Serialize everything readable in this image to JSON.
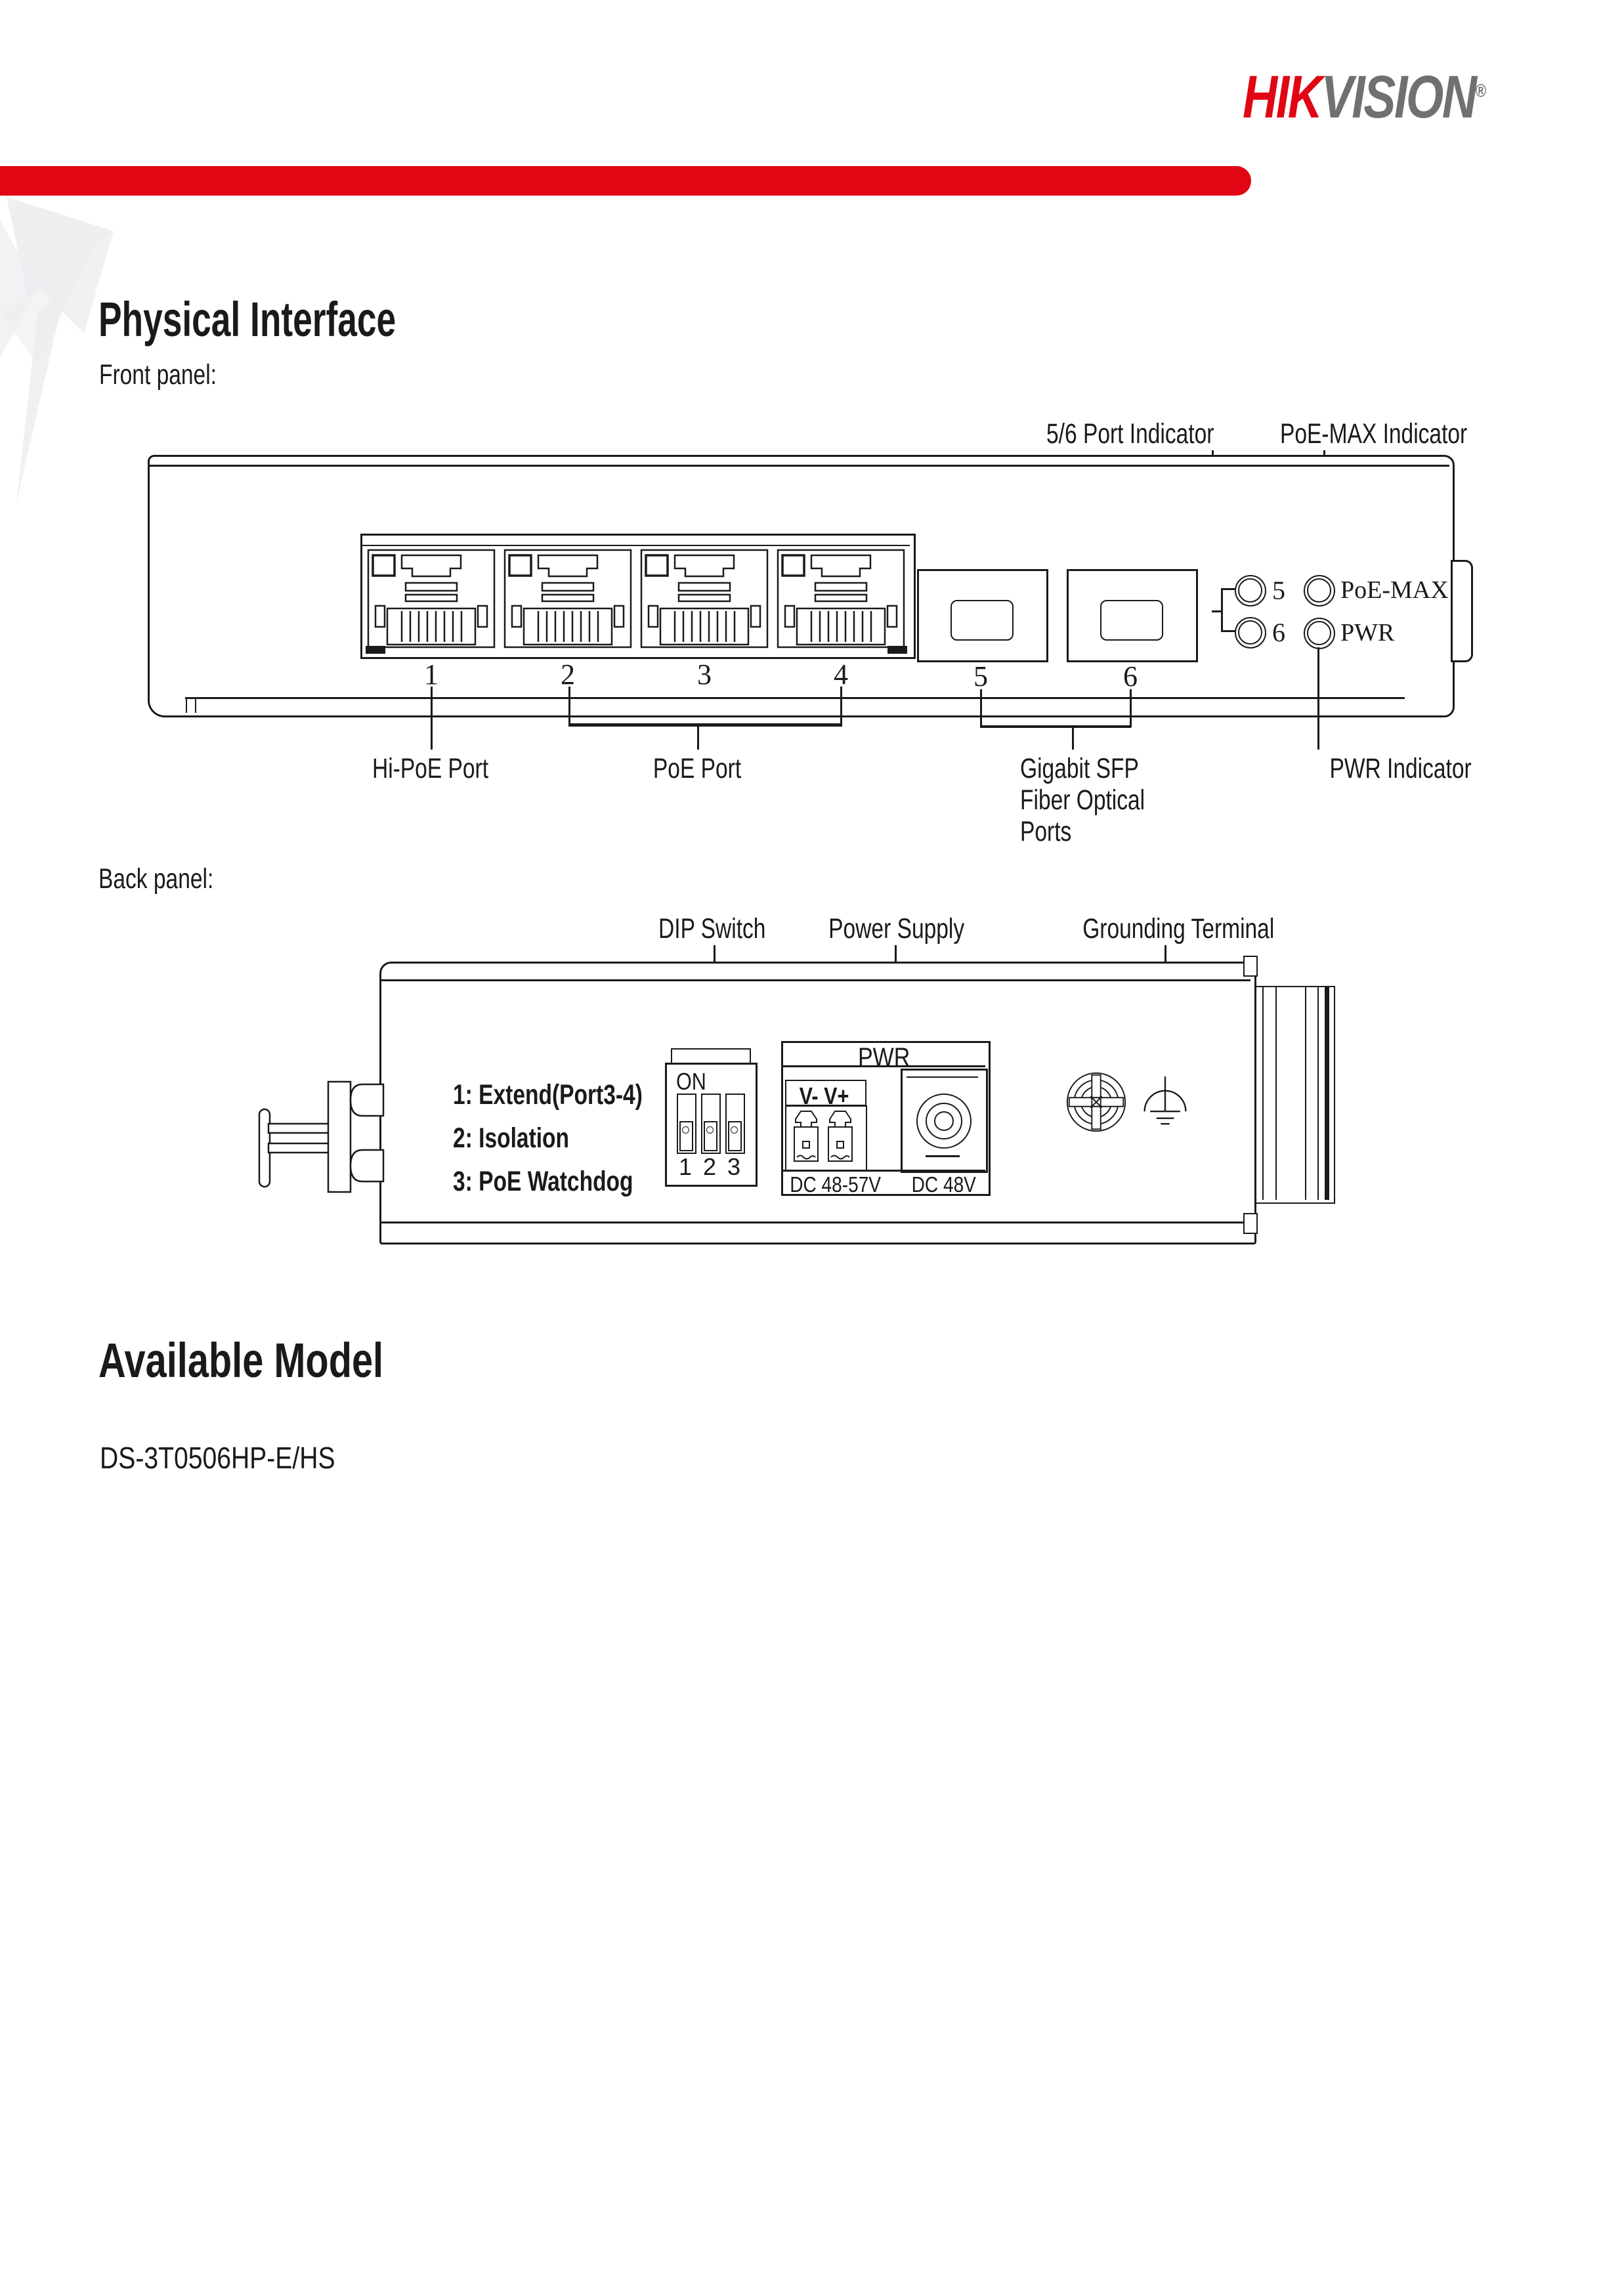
{
  "colors": {
    "brand_red": "#e00613",
    "brand_gray": "#6f7072",
    "ink": "#1a1a1a"
  },
  "brand": {
    "hik": "HIK",
    "vision": "VISION",
    "reg": "®"
  },
  "sections": {
    "physical_interface": "Physical Interface",
    "front_panel": "Front panel:",
    "back_panel": "Back panel:",
    "available_model": "Available Model",
    "model_number": "DS-3T0506HP-E/HS"
  },
  "front": {
    "top_labels": [
      "5/6 Port Indicator",
      "PoE-MAX Indicator"
    ],
    "port_numbers": [
      "1",
      "2",
      "3",
      "4"
    ],
    "sfp_numbers": [
      "5",
      "6"
    ],
    "led": {
      "row1_num": "5",
      "row1_name": "PoE-MAX",
      "row2_num": "6",
      "row2_name": "PWR"
    },
    "bottom_labels": {
      "hi_poe": "Hi-PoE Port",
      "poe": "PoE Port",
      "sfp_line1": "Gigabit SFP",
      "sfp_line2": "Fiber Optical",
      "sfp_line3": "Ports",
      "pwr_indicator": "PWR Indicator"
    }
  },
  "back": {
    "top_labels": [
      "DIP Switch",
      "Power Supply",
      "Grounding Terminal"
    ],
    "legend": [
      "1: Extend(Port3-4)",
      "2: Isolation",
      "3: PoE Watchdog"
    ],
    "dip": {
      "on": "ON",
      "numbers": [
        "1",
        "2",
        "3"
      ]
    },
    "power": {
      "title": "PWR",
      "terminal_label": "V-  V+",
      "dc_range": "DC 48-57V",
      "dc_fixed": "DC 48V"
    }
  }
}
